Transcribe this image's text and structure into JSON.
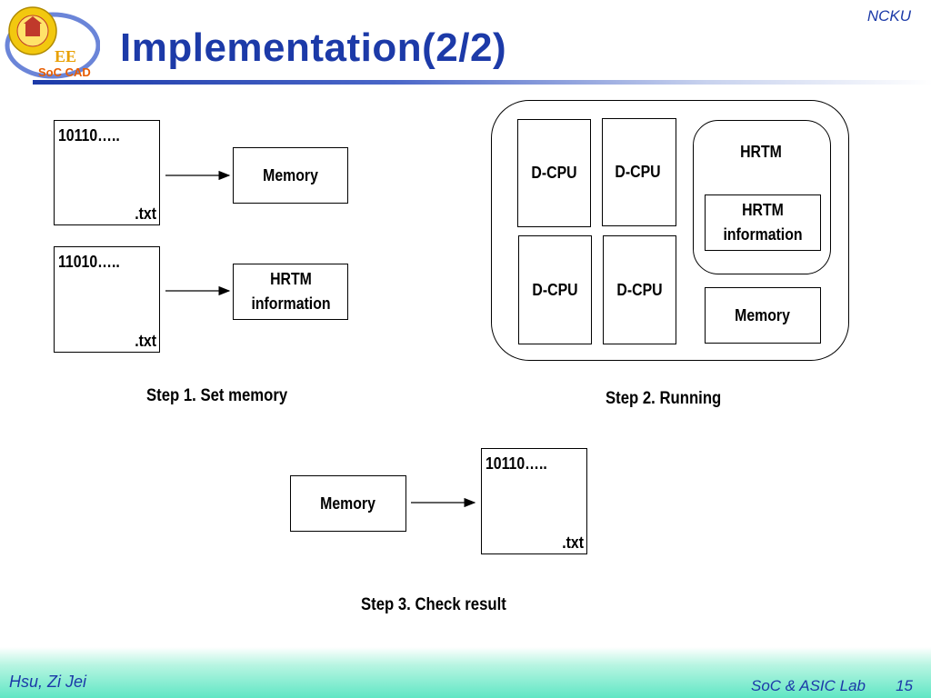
{
  "header": {
    "title": "Implementation(2/2)",
    "org": "NCKU",
    "logo": {
      "icon": "ncku-seal-icon",
      "text_ee": "EE",
      "text_soc": "SoC CAD"
    }
  },
  "step1": {
    "files": [
      {
        "content": "10110…..",
        "ext": ".txt",
        "target": "Memory"
      },
      {
        "content": "11010…..",
        "ext": ".txt",
        "target": "HRTM information"
      }
    ],
    "caption": "Step 1. Set memory"
  },
  "step2": {
    "cpus": [
      "D-CPU",
      "D-CPU",
      "D-CPU",
      "D-CPU"
    ],
    "hrtm_title": "HRTM",
    "hrtm_info": "HRTM information",
    "memory": "Memory",
    "caption": "Step 2. Running"
  },
  "step3": {
    "source": "Memory",
    "file_content": "10110…..",
    "file_ext": ".txt",
    "caption": "Step 3. Check result"
  },
  "footer": {
    "author": "Hsu, Zi Jei",
    "lab": "SoC & ASIC Lab",
    "page": "15"
  },
  "colors": {
    "title": "#1c3aa8",
    "footer_band": "#5fe6c4"
  }
}
